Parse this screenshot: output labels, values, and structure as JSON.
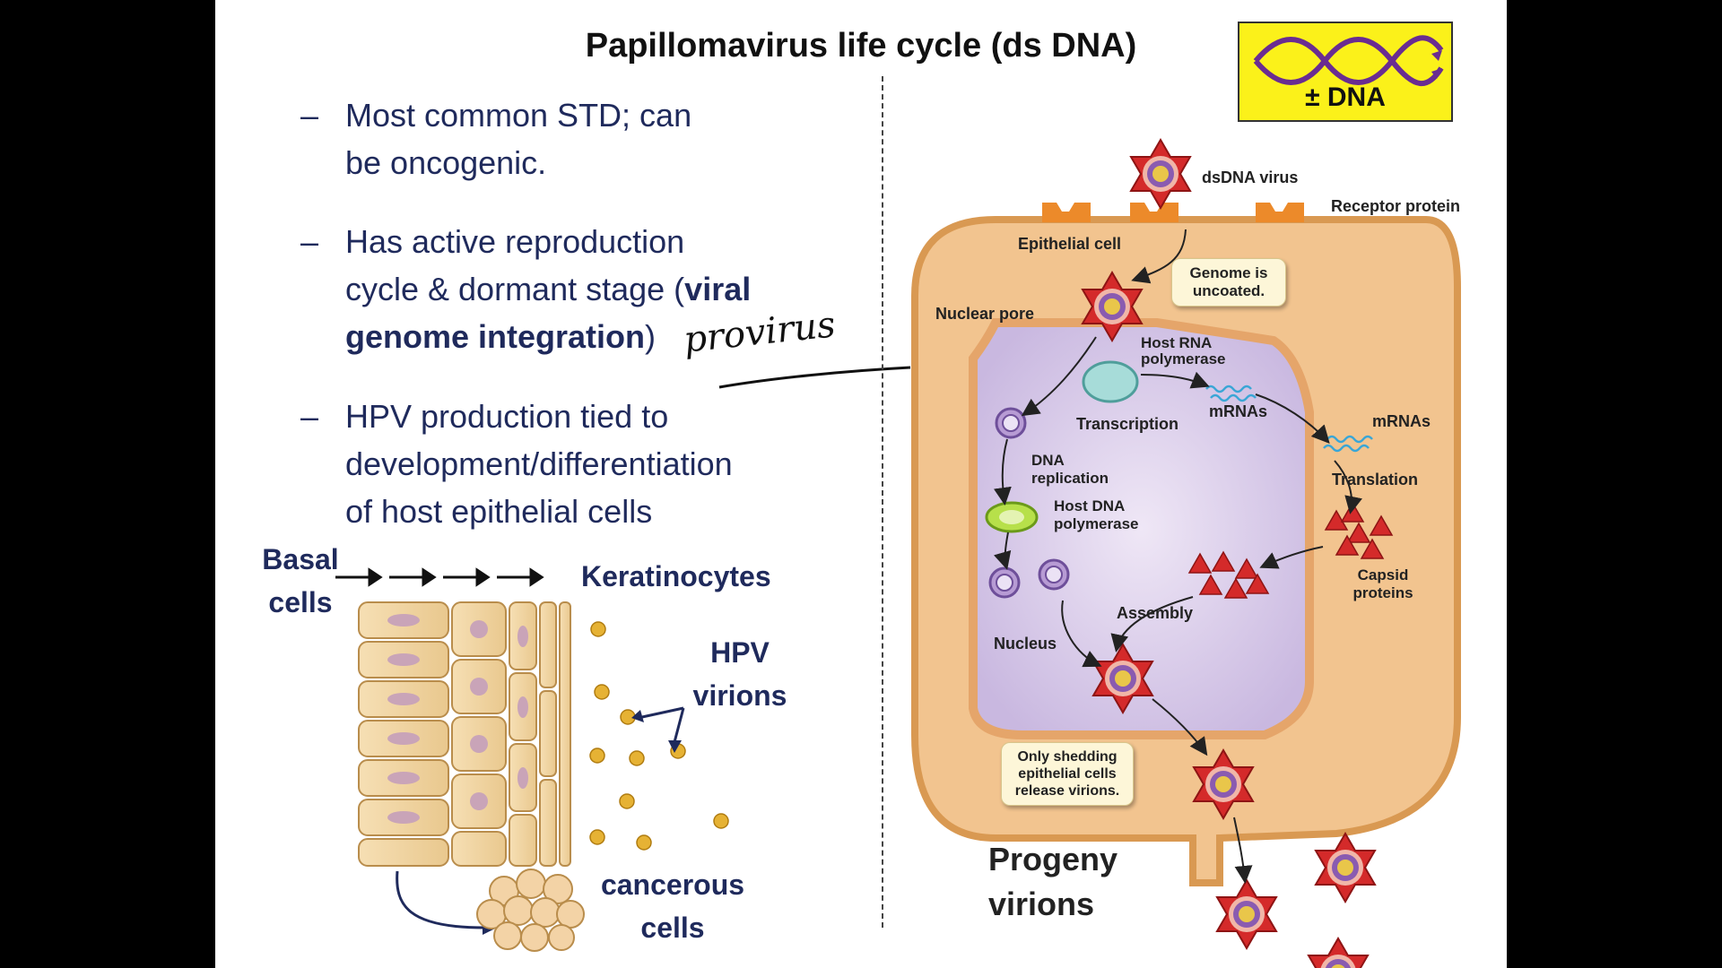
{
  "title": "Papillomavirus life cycle (ds DNA)",
  "badge": {
    "label": "± DNA"
  },
  "bullets": [
    {
      "dash": "–",
      "lines": [
        "Most common STD; can",
        "be oncogenic."
      ]
    },
    {
      "dash": "–",
      "line1": "Has active reproduction",
      "line2_plain": "cycle & dormant stage (",
      "line2_bold": "viral",
      "line3_bold": "genome integration",
      "line3_plain": ")"
    },
    {
      "dash": "–",
      "lines": [
        "HPV production tied to",
        "development/differentiation",
        "of host epithelial cells"
      ]
    }
  ],
  "handwriting": "provirus",
  "tissue": {
    "basal": [
      "Basal",
      "cells"
    ],
    "keratinocytes": "Keratinocytes",
    "hpv": [
      "HPV",
      "virions"
    ],
    "cancer": [
      "cancerous",
      "cells"
    ]
  },
  "cycle": {
    "dsdna_virus": "dsDNA virus",
    "receptor": "Receptor protein",
    "epithelial": "Epithelial cell",
    "uncoated": [
      "Genome is",
      "uncoated."
    ],
    "nuclear_pore": "Nuclear pore",
    "host_rna_pol": [
      "Host RNA",
      "polymerase"
    ],
    "mrnas_in": "mRNAs",
    "mrnas_out": "mRNAs",
    "transcription": "Transcription",
    "dna_replication": [
      "DNA",
      "replication"
    ],
    "translation": "Translation",
    "host_dna_pol": [
      "Host DNA",
      "polymerase"
    ],
    "capsid": [
      "Capsid",
      "proteins"
    ],
    "assembly": "Assembly",
    "nucleus": "Nucleus",
    "shedding": [
      "Only shedding",
      "epithelial cells",
      "release virions."
    ],
    "progeny": [
      "Progeny",
      "virions"
    ]
  },
  "colors": {
    "navy": "#1f2a5c",
    "badge": "#fbf11a",
    "virus_red": "#d42a2a",
    "cell": "#f2c48f",
    "nucleus": "#d9cdea"
  }
}
